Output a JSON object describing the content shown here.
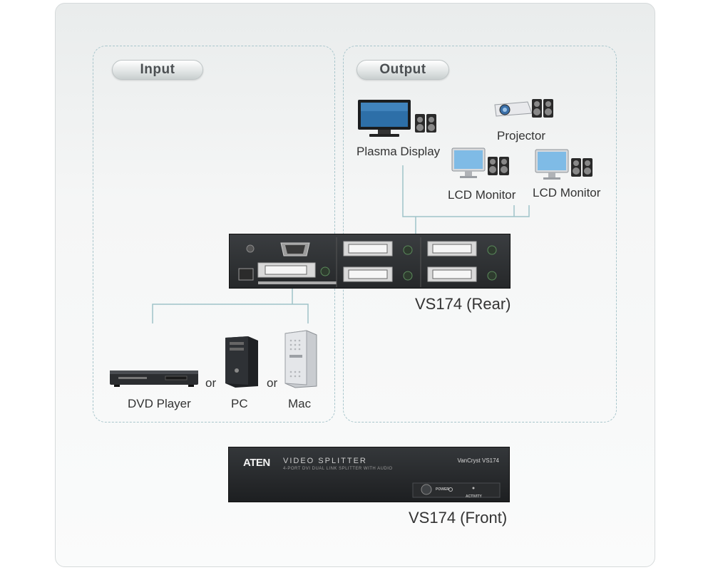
{
  "sections": {
    "input_label": "Input",
    "output_label": "Output"
  },
  "outputs": {
    "plasma": "Plasma Display",
    "projector": "Projector",
    "lcd1": "LCD Monitor",
    "lcd2": "LCD Monitor"
  },
  "inputs": {
    "dvd": "DVD Player",
    "or1": "or",
    "pc": "PC",
    "or2": "or",
    "mac": "Mac"
  },
  "device": {
    "rear_caption": "VS174 (Rear)",
    "front_caption": "VS174 (Front)",
    "brand": "ATEN",
    "product_line": "VIDEO SPLITTER",
    "product_desc": "4-PORT DVI DUAL LINK SPLITTER WITH AUDIO",
    "model_tag": "VanCryst VS174",
    "power_label": "POWER",
    "activity_label": "ACTIVITY"
  },
  "colors": {
    "wire": "#9fc3c8",
    "zone_border": "#a9c6cc",
    "device_body": "#2a2c2e"
  }
}
